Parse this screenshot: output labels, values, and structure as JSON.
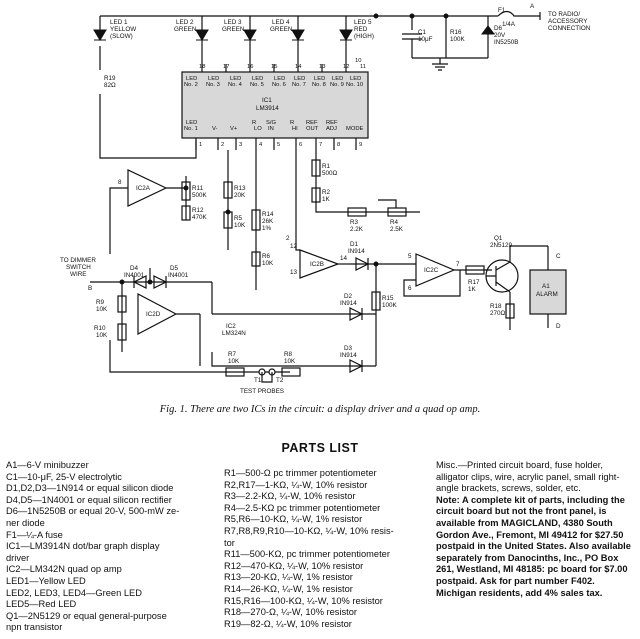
{
  "diagram": {
    "ic1": {
      "ref": "IC1",
      "part": "LM3914",
      "top_pins": [
        "18",
        "17",
        "16",
        "15",
        "14",
        "13",
        "12",
        "11",
        "10"
      ],
      "top_labels": [
        [
          "LED",
          "No. 2"
        ],
        [
          "LED",
          "No. 3"
        ],
        [
          "LED",
          "No. 4"
        ],
        [
          "LED",
          "No. 5"
        ],
        [
          "LED",
          "No. 6"
        ],
        [
          "LED",
          "No. 7"
        ],
        [
          "LED",
          "No. 8"
        ],
        [
          "LED",
          "No. 9"
        ],
        [
          "LED",
          "No. 10"
        ]
      ],
      "bottom_pins": [
        "1",
        "2",
        "3",
        "4",
        "5",
        "6",
        "7",
        "8",
        "9"
      ],
      "bottom_labels": [
        [
          "LED",
          "No. 1"
        ],
        [
          "V-"
        ],
        [
          "V+"
        ],
        [
          "R",
          "LO"
        ],
        [
          "S/G",
          "IN"
        ],
        [
          "R",
          "HI"
        ],
        [
          "REF",
          "OUT"
        ],
        [
          "REF",
          "ADJ"
        ],
        [
          "MODE"
        ]
      ]
    },
    "leds": [
      {
        "lines": [
          "LED 1",
          "YELLOW",
          "(SLOW)"
        ]
      },
      {
        "lines": [
          "LED 2",
          "GREEN"
        ]
      },
      {
        "lines": [
          "LED 3",
          "GREEN"
        ]
      },
      {
        "lines": [
          "LED 4",
          "GREEN"
        ]
      },
      {
        "lines": [
          "LED 5",
          "RED",
          "(HIGH)"
        ]
      }
    ],
    "components": {
      "c1": [
        "C1",
        "10μF"
      ],
      "r16": [
        "R16",
        "100K"
      ],
      "d6": [
        "D6",
        "20V",
        "IN5250B"
      ],
      "f1": "1/4A",
      "f1_ref": "F1",
      "out_label": [
        "TO RADIO/",
        "ACCESSORY",
        "CONNECTION"
      ],
      "out_a": "A",
      "r19": [
        "R19",
        "82Ω"
      ],
      "ic2a": "IC2A",
      "r11": [
        "R11",
        "500K"
      ],
      "r12": [
        "R12",
        "470K"
      ],
      "r13": [
        "R13",
        "20K"
      ],
      "r5": [
        "R5",
        "10K"
      ],
      "r14": [
        "R14",
        "26K",
        "1%"
      ],
      "r6": [
        "R6",
        "10K"
      ],
      "r1": [
        "R1",
        "500Ω"
      ],
      "r2": [
        "R2",
        "1K"
      ],
      "r3": [
        "R3",
        "2.2K"
      ],
      "r4": [
        "R4",
        "2.5K"
      ],
      "ic2b": "IC2B",
      "d1": [
        "D1",
        "IN914"
      ],
      "ic2c": "IC2C",
      "r15": [
        "R15",
        "100K"
      ],
      "r17": [
        "R17",
        "1K"
      ],
      "q1": [
        "Q1",
        "2N5129"
      ],
      "r18": [
        "R18",
        "270Ω"
      ],
      "a1": [
        "A1",
        "ALARM"
      ],
      "c_term": "C",
      "d_term": "D",
      "dimmer": [
        "TO DIMMER",
        "SWITCH",
        "WIRE"
      ],
      "b_term": "B",
      "d4": [
        "D4",
        "IN4001"
      ],
      "d5": [
        "D5",
        "IN4001"
      ],
      "r9": [
        "R9",
        "10K"
      ],
      "r10": [
        "R10",
        "10K"
      ],
      "ic2d": "IC2D",
      "ic2": [
        "IC2",
        "LM324N"
      ],
      "d2": [
        "D2",
        "IN914"
      ],
      "d3": [
        "D3",
        "IN914"
      ],
      "r7": [
        "R7",
        "10K"
      ],
      "r8": [
        "R8",
        "10K"
      ],
      "t1": "T1",
      "t2": "T2",
      "probes": "TEST PROBES",
      "op_pins": {
        "a_out": "8",
        "b_in1": "12",
        "b_in2": "13",
        "b_out": "14",
        "c_in1": "5",
        "c_in2": "6",
        "c_out": "7",
        "b_pin2": "2"
      }
    }
  },
  "caption": "Fig. 1. There are two ICs in the circuit: a display driver and a quad op amp.",
  "parts_title": "PARTS LIST",
  "parts": {
    "col1": [
      "A1—6-V minibuzzer",
      "C1—10-μF, 25-V electrolytic",
      "D1,D2,D3—1N914 or equal silicon diode",
      "D4,D5—1N4001 or equal silicon rectifier",
      "D6—1N5250B or equal 20-V, 500-mW ze-",
      "ner diode",
      "F1—¼-A fuse",
      "IC1—LM3914N dot/bar graph display",
      "driver",
      "IC2—LM342N quad op amp",
      "LED1—Yellow LED",
      "LED2, LED3, LED4—Green LED",
      "LED5—Red LED",
      "Q1—2N5129 or equal general-purpose",
      "npn transistor"
    ],
    "col2": [
      "R1—500-Ω pc trimmer potentiometer",
      "R2,R17—1-KΩ, ¼-W, 10% resistor",
      "R3—2.2-KΩ, ¼-W, 10% resistor",
      "R4—2.5-KΩ pc trimmer potentiometer",
      "R5,R6—10-KΩ, ¼-W, 1% resistor",
      "R7,R8,R9,R10—10-KΩ, ¼-W, 10% resis-",
      "tor",
      "R11—500-KΩ, pc trimmer potentiometer",
      "R12—470-KΩ, ¼-W, 10% resistor",
      "R13—20-KΩ, ¼-W, 1% resistor",
      "R14—26-KΩ, ¼-W, 1% resistor",
      "R15,R16—100-KΩ, ¼-W, 10% resistor",
      "R18—270-Ω, ¼-W, 10% resistor",
      "R19—82-Ω, ¼-W, 10% resistor"
    ],
    "misc": "Misc.—Printed circuit board, fuse holder, alligator clips, wire, acrylic panel, small right-angle brackets, screws, solder, etc.",
    "note": "Note: A complete kit of parts, including the circuit board but not the front panel, is available from MAGICLAND, 4380 South Gordon Ave., Fremont, MI 49412 for $27.50 postpaid in the United States. Also available separately from Danocinths, Inc., PO Box 261, Westland, MI 48185: pc board for $7.00 postpaid. Ask for part number F402. Michigan residents, add 4% sales tax."
  }
}
